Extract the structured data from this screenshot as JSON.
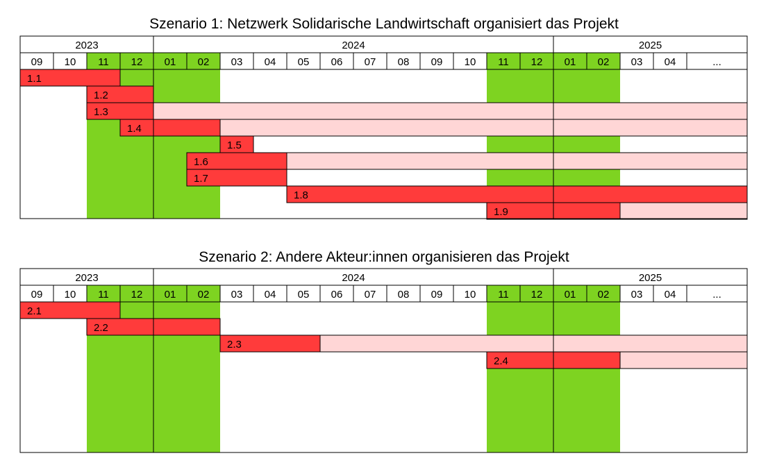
{
  "colors": {
    "winter_green": "#7ED321",
    "task_red": "#FF3B3B",
    "task_pink": "#FFD6D6",
    "grid": "#000000"
  },
  "months": [
    "09",
    "10",
    "11",
    "12",
    "01",
    "02",
    "03",
    "04",
    "05",
    "06",
    "07",
    "08",
    "09",
    "10",
    "11",
    "12",
    "01",
    "02",
    "03",
    "04",
    "..."
  ],
  "winter_month_indices": [
    2,
    3,
    4,
    5,
    14,
    15,
    16,
    17
  ],
  "years": [
    {
      "label": "2023",
      "start": 0,
      "span": 4
    },
    {
      "label": "2024",
      "start": 4,
      "span": 12
    },
    {
      "label": "2025",
      "start": 16,
      "span": 5
    }
  ],
  "scenarios": [
    {
      "title": "Szenario 1: Netzwerk Solidarische Landwirtschaft organisiert das Projekt",
      "tasks": [
        {
          "label": "1.1",
          "start": 0,
          "end": 3,
          "pink_end": null
        },
        {
          "label": "1.2",
          "start": 2,
          "end": 4,
          "pink_end": null
        },
        {
          "label": "1.3",
          "start": 2,
          "end": 4,
          "pink_end": 21
        },
        {
          "label": "1.4",
          "start": 3,
          "end": 6,
          "pink_end": 21
        },
        {
          "label": "1.5",
          "start": 6,
          "end": 7,
          "pink_end": null
        },
        {
          "label": "1.6",
          "start": 5,
          "end": 8,
          "pink_end": 21
        },
        {
          "label": "1.7",
          "start": 5,
          "end": 8,
          "pink_end": null
        },
        {
          "label": "1.8",
          "start": 8,
          "end": 21,
          "pink_end": null
        },
        {
          "label": "1.9",
          "start": 14,
          "end": 18,
          "pink_end": 21
        }
      ]
    },
    {
      "title": "Szenario 2: Andere Akteur:innen organisieren das Projekt",
      "tasks": [
        {
          "label": "2.1",
          "start": 0,
          "end": 3,
          "pink_end": null
        },
        {
          "label": "2.2",
          "start": 2,
          "end": 6,
          "pink_end": null
        },
        {
          "label": "2.3",
          "start": 6,
          "end": 9,
          "pink_end": 21
        },
        {
          "label": "2.4",
          "start": 14,
          "end": 18,
          "pink_end": 21
        }
      ]
    }
  ]
}
